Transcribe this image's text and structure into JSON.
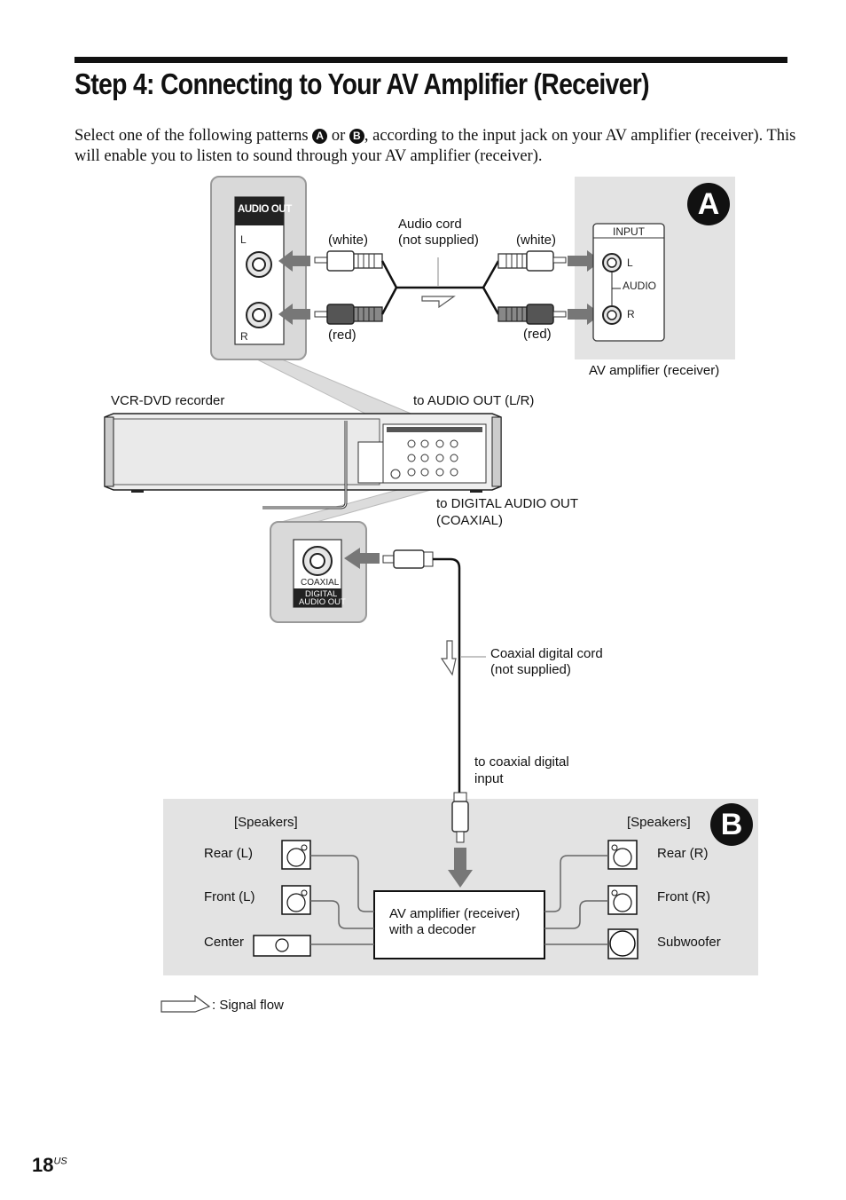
{
  "page": {
    "title": "Step 4: Connecting to Your AV Amplifier (Receiver)",
    "intro": {
      "part1": "Select one of the following patterns ",
      "pattern_a": "A",
      "or": " or ",
      "pattern_b": "B",
      "part2": ", according to the input jack on your AV amplifier (receiver). This will enable you to listen to sound through your AV amplifier (receiver)."
    },
    "page_number": "18",
    "page_suffix": "US"
  },
  "pattern_a": {
    "badge": "A",
    "audio_out_panel": {
      "header": "AUDIO OUT",
      "left": "L",
      "right": "R"
    },
    "cord": {
      "name": "Audio cord",
      "note": "(not supplied)",
      "white_left": "(white)",
      "white_right": "(white)",
      "red_left": "(red)",
      "red_right": "(red)"
    },
    "amp_panel": {
      "header": "INPUT",
      "left": "L",
      "right": "R",
      "group": "AUDIO"
    },
    "amp_label": "AV amplifier (receiver)"
  },
  "recorder": {
    "label": "VCR-DVD recorder",
    "to_audio_out": "to AUDIO OUT (L/R)",
    "to_digital_line1": "to DIGITAL AUDIO OUT",
    "to_digital_line2": "(COAXIAL)"
  },
  "coaxial_panel": {
    "jack": "COAXIAL",
    "line1": "DIGITAL",
    "line2": "AUDIO OUT"
  },
  "coax_cord": {
    "line1": "Coaxial digital cord",
    "line2": "(not supplied)",
    "to_input_line1": "to coaxial digital",
    "to_input_line2": "input"
  },
  "pattern_b": {
    "badge": "B",
    "speakers_left": "[Speakers]",
    "speakers_right": "[Speakers]",
    "rear_l": "Rear (L)",
    "front_l": "Front (L)",
    "center": "Center",
    "rear_r": "Rear (R)",
    "front_r": "Front (R)",
    "subwoofer": "Subwoofer",
    "amp_line1": "AV amplifier (receiver)",
    "amp_line2": "with a decoder"
  },
  "legend": {
    "signal_flow": ": Signal flow"
  }
}
